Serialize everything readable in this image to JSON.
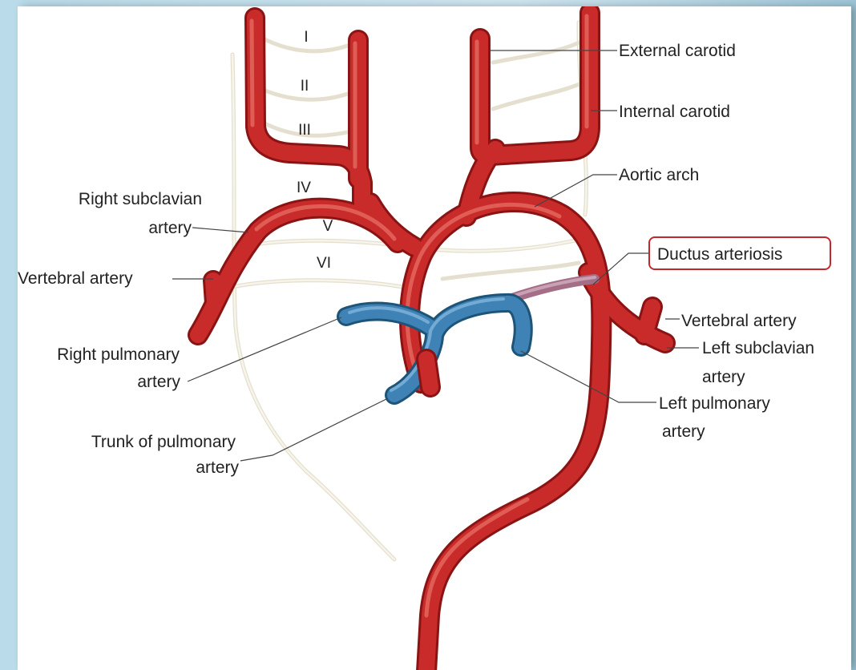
{
  "arch_numerals": [
    "I",
    "II",
    "III",
    "IV",
    "V",
    "VI"
  ],
  "labels": {
    "external_carotid": "External carotid",
    "internal_carotid": "Internal carotid",
    "aortic_arch": "Aortic arch",
    "right_subclavian_line1": "Right subclavian",
    "right_subclavian_line2": "artery",
    "ductus_arteriosis": "Ductus arteriosis",
    "vertebral_artery_left_side": "Vertebral artery",
    "vertebral_artery_right_side": "Vertebral artery",
    "right_pulmonary_line1": "Right pulmonary",
    "right_pulmonary_line2": "artery",
    "left_subclavian_line1": "Left subclavian",
    "left_subclavian_line2": "artery",
    "left_pulmonary_line1": "Left pulmonary",
    "left_pulmonary_line2": "artery",
    "trunk_line1": "Trunk of pulmonary",
    "trunk_line2": "artery"
  },
  "colors": {
    "artery": "#c92b2b",
    "pulmonary": "#3f82b5",
    "regressed_arch": "#e4dfcf",
    "highlight_box": "#c0282d"
  }
}
